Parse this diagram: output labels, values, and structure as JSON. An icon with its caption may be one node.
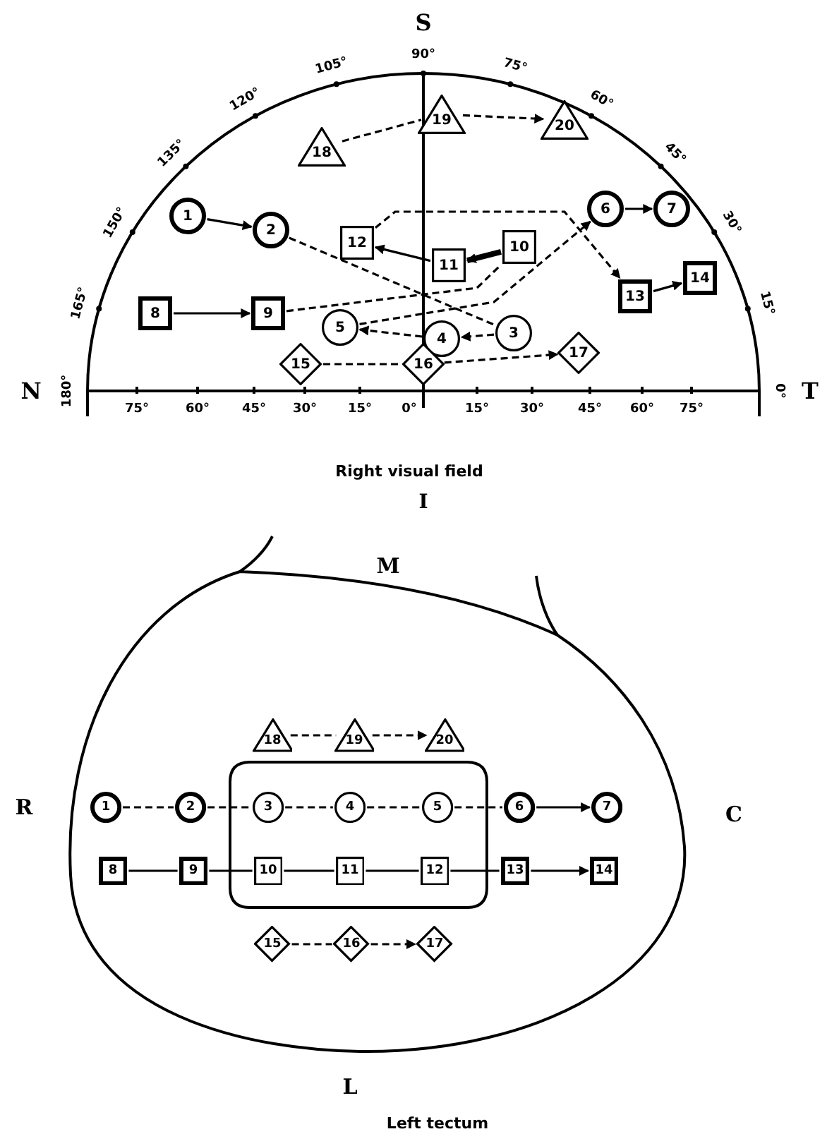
{
  "diagram": {
    "nodes": [
      {
        "text": [
          "1"
        ]
      },
      {
        "text": [
          "2"
        ]
      },
      {
        "text": [
          "3"
        ]
      },
      {
        "text": [
          "4"
        ]
      },
      {
        "text": [
          "5"
        ]
      },
      {
        "text": [
          "6"
        ]
      },
      {
        "text": [
          "7"
        ]
      },
      {
        "text": [
          "8"
        ]
      },
      {
        "text": [
          "9"
        ]
      },
      {
        "text": [
          "10"
        ]
      },
      {
        "text": [
          "11"
        ]
      },
      {
        "text": [
          "12"
        ]
      },
      {
        "text": [
          "13"
        ]
      },
      {
        "text": [
          "14"
        ]
      },
      {
        "text": [
          "15"
        ]
      },
      {
        "text": [
          "16"
        ]
      },
      {
        "text": [
          "17"
        ]
      },
      {
        "text": [
          "18"
        ]
      },
      {
        "text": [
          "19"
        ]
      },
      {
        "text": [
          "20"
        ]
      },
      {
        "text": [
          "1"
        ]
      },
      {
        "text": [
          "2"
        ]
      },
      {
        "text": [
          "3"
        ]
      },
      {
        "text": [
          "4"
        ]
      },
      {
        "text": [
          "5"
        ]
      },
      {
        "text": [
          "6"
        ]
      },
      {
        "text": [
          "7"
        ]
      },
      {
        "text": [
          "8"
        ]
      },
      {
        "text": [
          "9"
        ]
      },
      {
        "text": [
          "10"
        ]
      },
      {
        "text": [
          "11"
        ]
      },
      {
        "text": [
          "12"
        ]
      },
      {
        "text": [
          "13"
        ]
      },
      {
        "text": [
          "14"
        ]
      },
      {
        "text": [
          "15"
        ]
      },
      {
        "text": [
          "16"
        ]
      },
      {
        "text": [
          "17"
        ]
      },
      {
        "text": [
          "18"
        ]
      },
      {
        "text": [
          "19"
        ]
      },
      {
        "text": [
          "20"
        ]
      }
    ],
    "edges": [
      {
        "from": 0,
        "to": 1,
        "arrow": "to"
      },
      {
        "from": 1,
        "to": 2,
        "arrow": "none",
        "style": "dashed"
      },
      {
        "from": 2,
        "to": 3,
        "arrow": "to",
        "style": "dashed"
      },
      {
        "from": 3,
        "to": 4,
        "arrow": "to",
        "style": "dashed"
      },
      {
        "from": 4,
        "to": 5,
        "arrow": "to",
        "style": "dashed"
      },
      {
        "from": 5,
        "to": 6,
        "arrow": "to"
      },
      {
        "from": 7,
        "to": 8,
        "arrow": "to"
      },
      {
        "from": 8,
        "to": 9,
        "arrow": "none",
        "style": "dashed"
      },
      {
        "from": 9,
        "to": 10,
        "arrow": "to",
        "style": "thick"
      },
      {
        "from": 10,
        "to": 11,
        "arrow": "to"
      },
      {
        "from": 11,
        "to": 12,
        "arrow": "to",
        "style": "dashed"
      },
      {
        "from": 12,
        "to": 13,
        "arrow": "to"
      },
      {
        "from": 14,
        "to": 15,
        "arrow": "none",
        "style": "dashed"
      },
      {
        "from": 15,
        "to": 16,
        "arrow": "to",
        "style": "dashed"
      },
      {
        "from": 17,
        "to": 18,
        "arrow": "none",
        "style": "dashed"
      },
      {
        "from": 18,
        "to": 19,
        "arrow": "to",
        "style": "dashed"
      },
      {
        "from": 20,
        "to": 21,
        "arrow": "none",
        "style": "dashed"
      },
      {
        "from": 21,
        "to": 22,
        "arrow": "none",
        "style": "dashed"
      },
      {
        "from": 22,
        "to": 23,
        "arrow": "none",
        "style": "dashed"
      },
      {
        "from": 23,
        "to": 24,
        "arrow": "none",
        "style": "dashed"
      },
      {
        "from": 24,
        "to": 25,
        "arrow": "none",
        "style": "dashed"
      },
      {
        "from": 25,
        "to": 26,
        "arrow": "to"
      },
      {
        "from": 27,
        "to": 28,
        "arrow": "none"
      },
      {
        "from": 28,
        "to": 29,
        "arrow": "none"
      },
      {
        "from": 29,
        "to": 30,
        "arrow": "none"
      },
      {
        "from": 30,
        "to": 31,
        "arrow": "none"
      },
      {
        "from": 31,
        "to": 32,
        "arrow": "none"
      },
      {
        "from": 32,
        "to": 33,
        "arrow": "to"
      },
      {
        "from": 34,
        "to": 35,
        "arrow": "none",
        "style": "dashed"
      },
      {
        "from": 35,
        "to": 36,
        "arrow": "to",
        "style": "dashed"
      },
      {
        "from": 37,
        "to": 38,
        "arrow": "none",
        "style": "dashed"
      },
      {
        "from": 38,
        "to": 39,
        "arrow": "to",
        "style": "dashed"
      }
    ],
    "labels": [
      "S",
      "90°",
      "105°",
      "120°",
      "135°",
      "150°",
      "165°",
      "75°",
      "60°",
      "45°",
      "30°",
      "15°",
      "N",
      "180°",
      "75°",
      "60°",
      "45°",
      "30°",
      "15°",
      "0°",
      "15°",
      "30°",
      "45°",
      "60°",
      "75°",
      "0°",
      "T",
      "Right visual field",
      "I",
      "M",
      "R",
      "C",
      "L",
      "Left tectum"
    ]
  }
}
